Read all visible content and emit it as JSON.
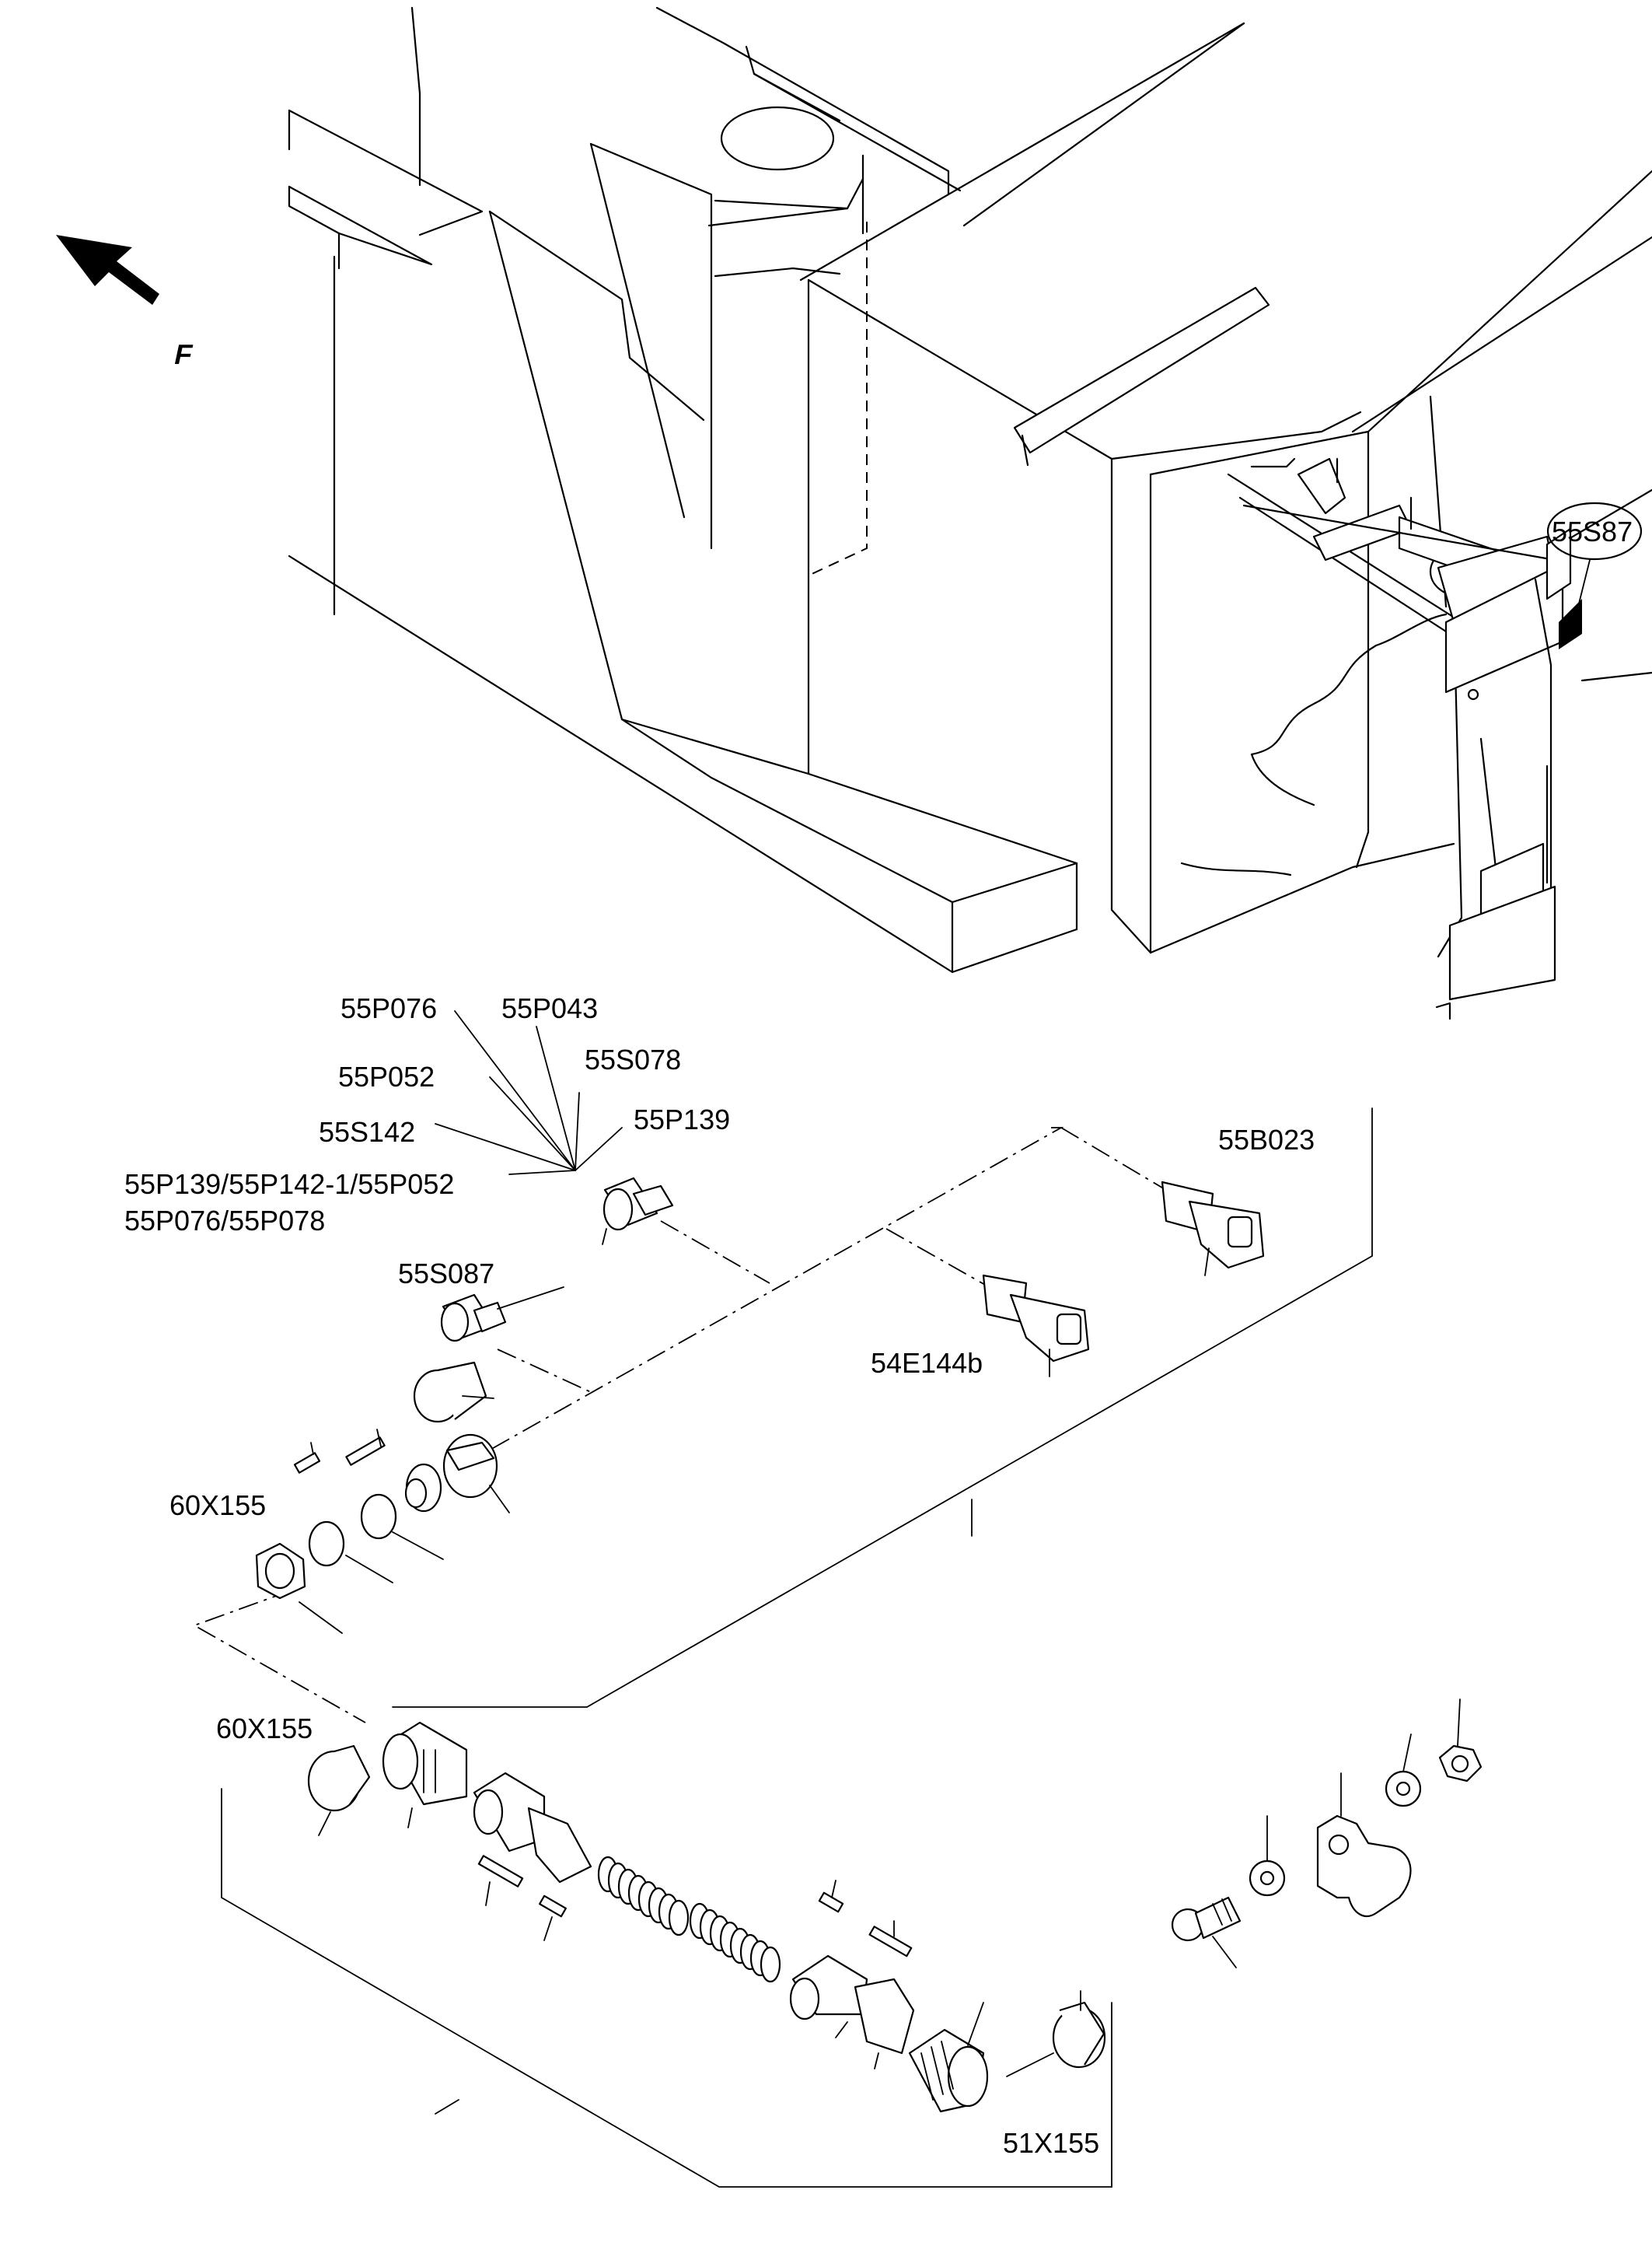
{
  "direction": {
    "letter": "F"
  },
  "labels": {
    "l_55S87": "55S87",
    "l_55P076": "55P076",
    "l_55P043": "55P043",
    "l_55S078": "55S078",
    "l_55P052": "55P052",
    "l_55S142": "55S142",
    "l_55P139": "55P139",
    "l_combo1": "55P139/55P142-1/55P052",
    "l_combo2": "55P076/55P078",
    "l_55B023": "55B023",
    "l_55S087": "55S087",
    "l_54E144b": "54E144b",
    "l_60X155_a": "60X155",
    "l_60X155_b": "60X155",
    "l_51X155": "51X155"
  }
}
